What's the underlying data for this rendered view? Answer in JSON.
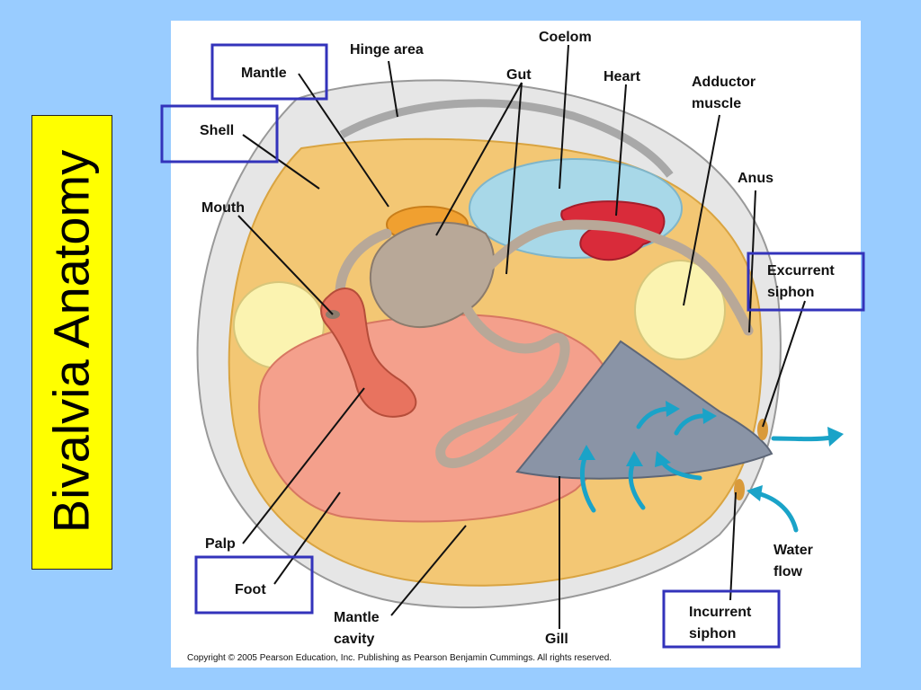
{
  "title": "Bivalvia Anatomy",
  "labels": {
    "hinge_area": "Hinge area",
    "coelom": "Coelom",
    "mantle": "Mantle",
    "gut": "Gut",
    "heart": "Heart",
    "adductor_muscle_line1": "Adductor",
    "adductor_muscle_line2": "muscle",
    "shell": "Shell",
    "anus": "Anus",
    "mouth": "Mouth",
    "excurrent_siphon_line1": "Excurrent",
    "excurrent_siphon_line2": "siphon",
    "palp": "Palp",
    "foot": "Foot",
    "water_flow_line1": "Water",
    "water_flow_line2": "flow",
    "mantle_cavity_line1": "Mantle",
    "mantle_cavity_line2": "cavity",
    "gill": "Gill",
    "incurrent_siphon_line1": "Incurrent",
    "incurrent_siphon_line2": "siphon"
  },
  "copyright": "Copyright ©  2005 Pearson Education, Inc. Publishing as Pearson Benjamin Cummings. All rights reserved.",
  "colors": {
    "background": "#99ccff",
    "title_box": "#ffff00",
    "highlight_box": "#3333bb",
    "shell": "#e6e6e6",
    "mantle": "#f3c774",
    "coelom": "#a8d8e8",
    "heart": "#d92b3a",
    "foot": "#f4a08c",
    "gill": "#8a94a6",
    "gut": "#b8a898",
    "gonad": "#f0a030",
    "adductor": "#fbf3b0",
    "water_arrow": "#1aa3c8"
  }
}
